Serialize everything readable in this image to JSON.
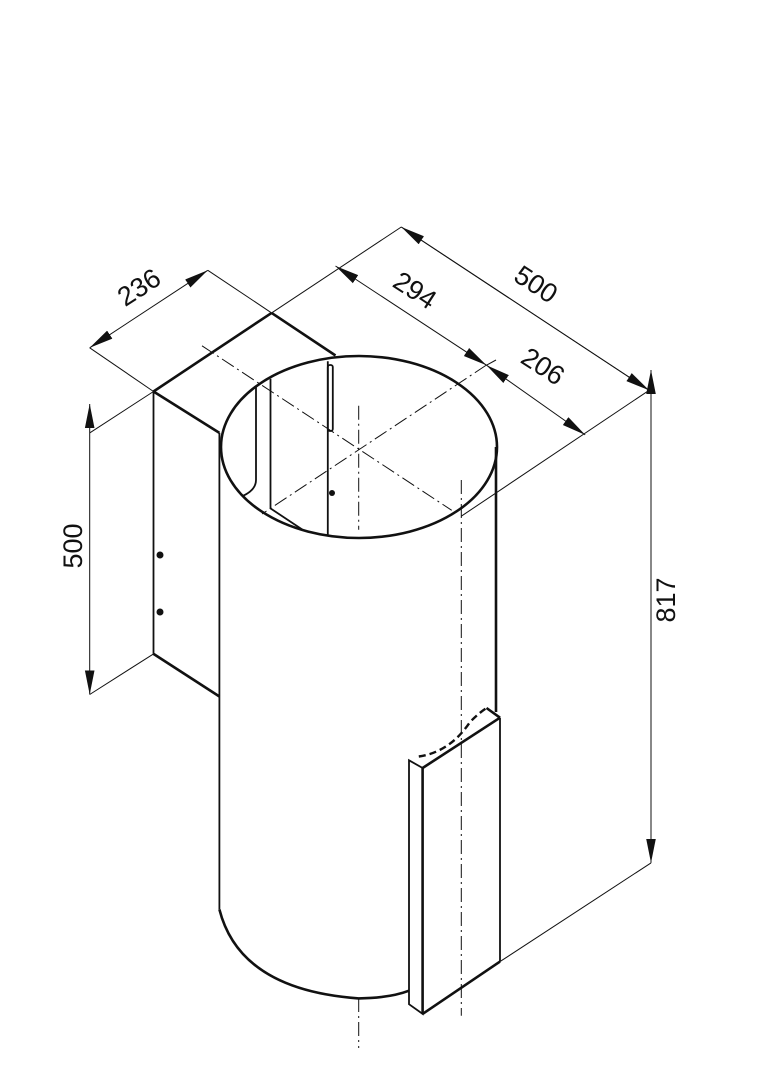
{
  "drawing": {
    "dimensions": {
      "box_depth": "236",
      "outlet_offset": "294",
      "overall_width": "500",
      "cylinder_offset": "206",
      "box_height": "500",
      "overall_height": "817"
    }
  }
}
